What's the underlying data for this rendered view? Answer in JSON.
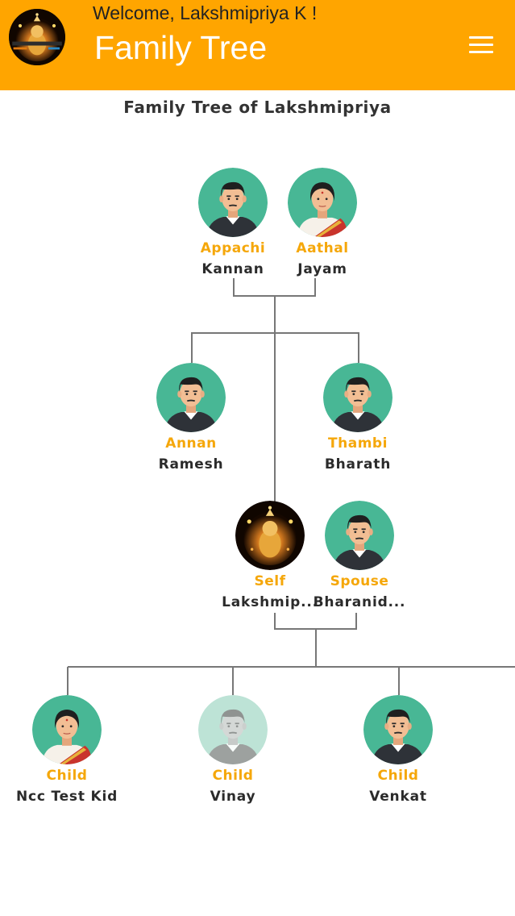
{
  "header": {
    "welcome": "Welcome, Lakshmipriya K !",
    "title": "Family Tree",
    "menu_icon": "hamburger-menu-icon",
    "background_color": "#FFA500"
  },
  "page_title": "Family Tree of Lakshmipriya",
  "colors": {
    "relation_label": "#F5A70A",
    "avatar_bg": "#48B795",
    "avatar_bg_faded": "#BDE3D6",
    "connector_line": "#777777"
  },
  "members": {
    "appachi": {
      "relation": "Appachi",
      "name": "Kannan"
    },
    "aathal": {
      "relation": "Aathal",
      "name": "Jayam"
    },
    "annan": {
      "relation": "Annan",
      "name": "Ramesh"
    },
    "thambi": {
      "relation": "Thambi",
      "name": "Bharath"
    },
    "self": {
      "relation": "Self",
      "name": "Lakshmip..."
    },
    "spouse": {
      "relation": "Spouse",
      "name": "Bharanid..."
    },
    "child1": {
      "relation": "Child",
      "name": "Ncc Test Kid"
    },
    "child2": {
      "relation": "Child",
      "name": "Vinay"
    },
    "child3": {
      "relation": "Child",
      "name": "Venkat"
    }
  }
}
